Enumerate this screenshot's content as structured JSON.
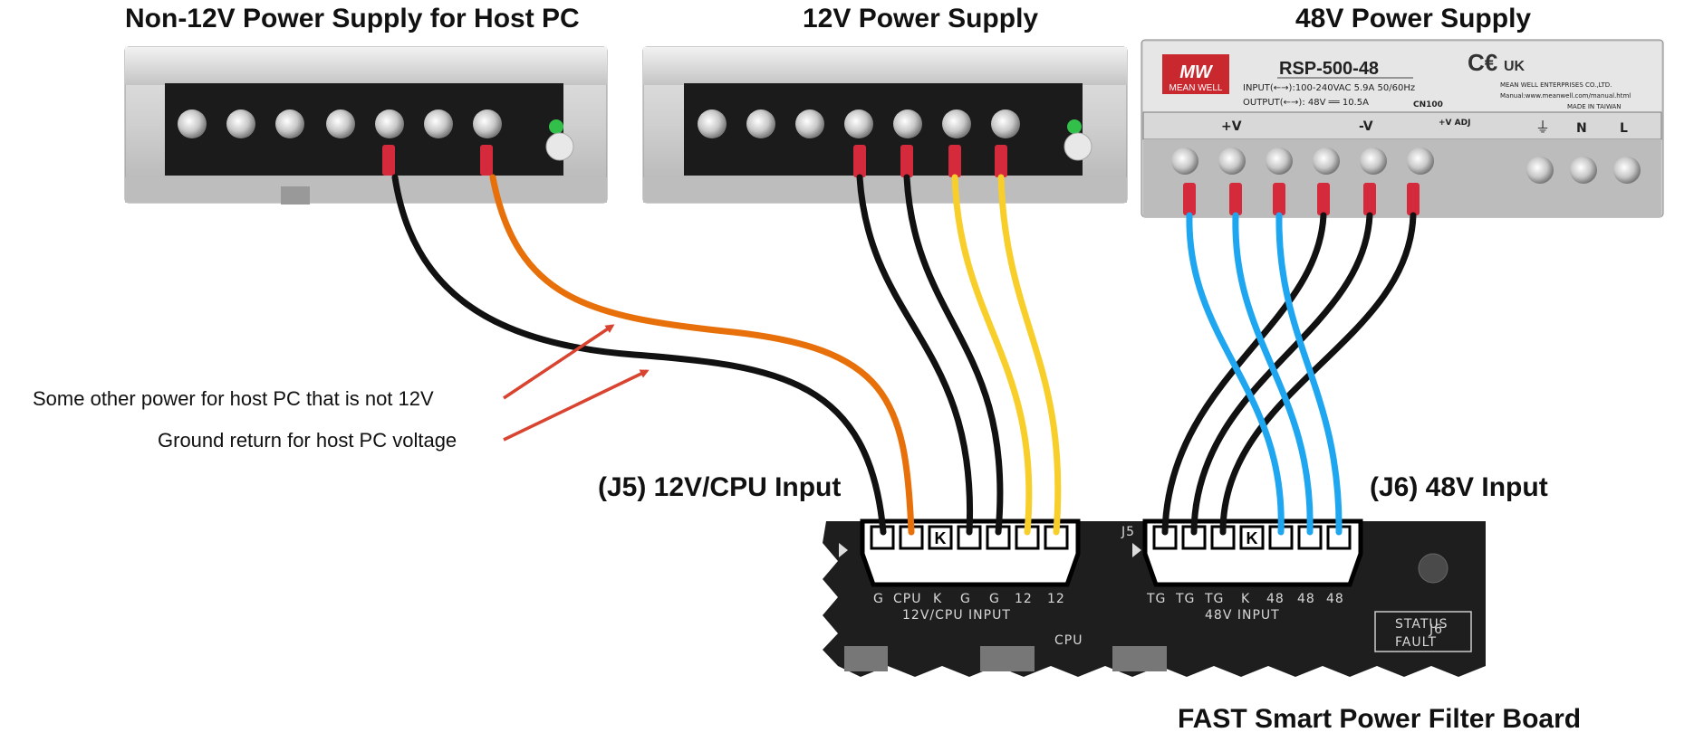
{
  "labels": {
    "psu_host_title": "Non-12V Power Supply for Host PC",
    "psu_12v_title": "12V Power Supply",
    "psu_48v_title": "48V Power Supply",
    "note_host_power": "Some other power for host PC that is not 12V",
    "note_ground_return": "Ground return for host PC voltage",
    "j5_label": "(J5) 12V/CPU Input",
    "j6_label": "(J6) 48V Input",
    "board_title": "FAST Smart Power Filter Board"
  },
  "psu_48v_plate": {
    "brand_logo": "MW",
    "brand_name": "MEAN WELL",
    "model": "RSP-500-48",
    "input": "INPUT(←→):100-240VAC  5.9A  50/60Hz",
    "output": "OUTPUT(←→):  48V  ══  10.5A",
    "code": "CN100",
    "maker": "MEAN WELL ENTERPRISES CO.,LTD.",
    "site": "Manual:www.meanwell.com/manual.html",
    "origin": "MADE IN TAIWAN",
    "terminal_plus": "+V",
    "terminal_minus": "-V",
    "terminal_adj": "+V ADJ",
    "terminal_n": "N",
    "terminal_l": "L"
  },
  "j5_pins": [
    "G",
    "CPU",
    "K",
    "G",
    "G",
    "12",
    "12"
  ],
  "j5_silk": "12V/CPU INPUT",
  "j6_pins": [
    "TG",
    "TG",
    "TG",
    "K",
    "48",
    "48",
    "48"
  ],
  "j6_silk": "48V INPUT",
  "board_silk": {
    "status": "STATUS",
    "fault": "FAULT",
    "cpu": "CPU",
    "j5": "J5",
    "j6": "J6"
  },
  "key_mark": "K",
  "colors": {
    "wire_black": "#111111",
    "wire_orange": "#e8700a",
    "wire_yellow": "#f8cf2a",
    "wire_blue": "#1ea7f0",
    "arrow_red": "#d94431",
    "board": "#1e1e1e"
  }
}
